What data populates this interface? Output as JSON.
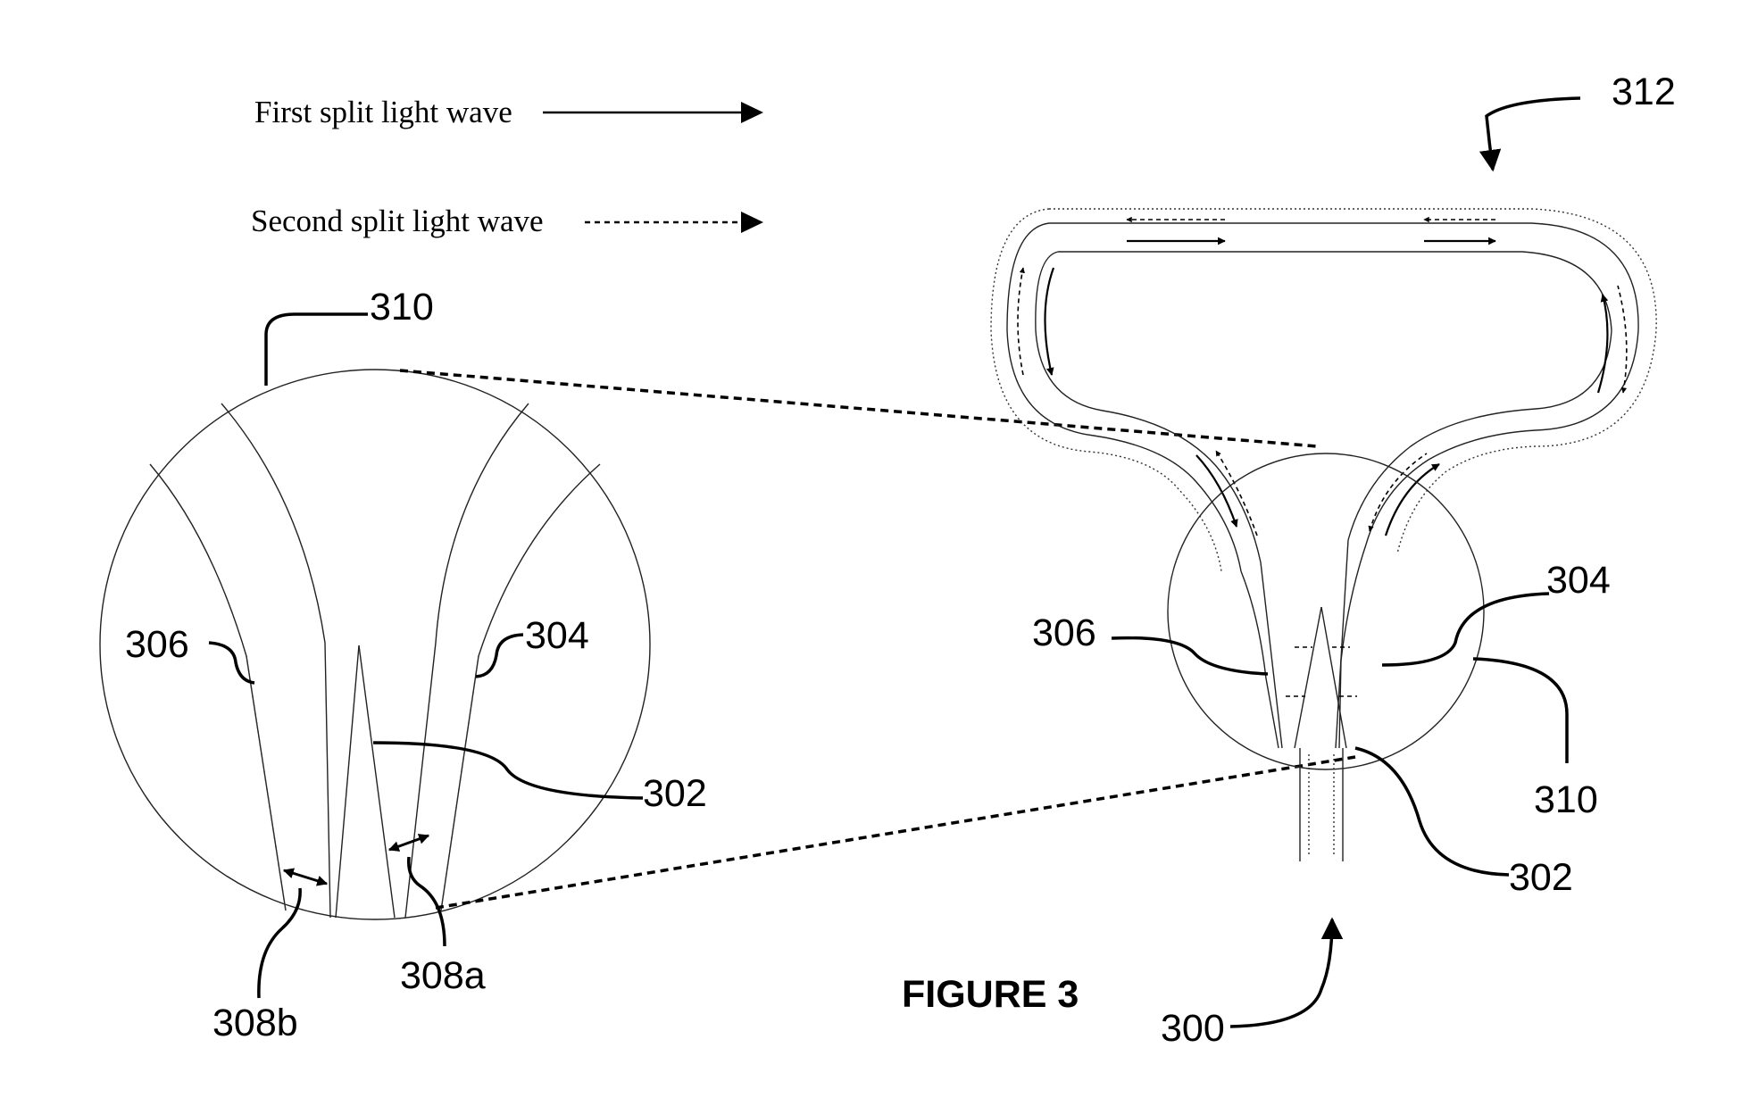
{
  "legend": {
    "first_label": "First split light wave",
    "second_label": "Second split light wave"
  },
  "figure_title": "FIGURE 3",
  "labels": {
    "l312": "312",
    "l310_left": "310",
    "l310_right": "310",
    "l306_left": "306",
    "l304_left": "304",
    "l302_left": "302",
    "l308a": "308a",
    "l308b": "308b",
    "l306_right": "306",
    "l304_right": "304",
    "l302_right": "302",
    "l300": "300"
  }
}
